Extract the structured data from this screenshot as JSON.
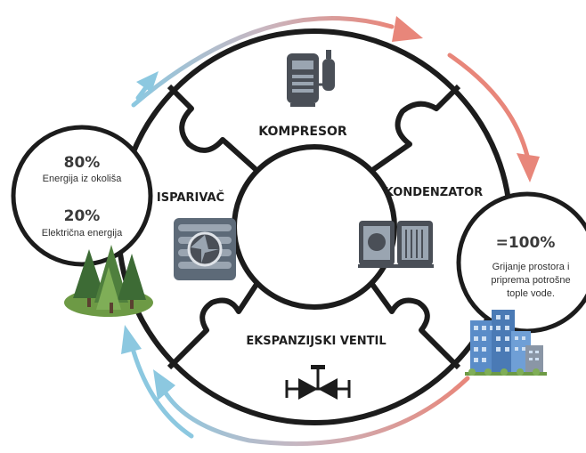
{
  "parts": {
    "compressor": "KOMPRESOR",
    "condenser": "KONDENZATOR",
    "evaporator": "ISPARIVAČ",
    "expansion_valve": "EKSPANZIJSKI VENTIL"
  },
  "input": {
    "environment_pct": "80%",
    "environment_label": "Energija iz okoliša",
    "electric_pct": "20%",
    "electric_label": "Električna energija"
  },
  "output": {
    "total_pct": "=100%",
    "label_line1": "Grijanje prostora i",
    "label_line2": "priprema potrošne",
    "label_line3": "tople vode."
  },
  "colors": {
    "cold_arrow": "#8cc8e0",
    "warm_arrow": "#e8867a",
    "ring": "#1c1c1c",
    "icon_dark": "#4a4f57",
    "icon_light": "#9aa5b1",
    "tree_dark": "#3d6b35",
    "tree_light": "#7fae57",
    "building": "#5a8cc8"
  },
  "icons": [
    "compressor-icon",
    "condenser-icon",
    "evaporator-icon",
    "valve-icon",
    "forest-icon",
    "building-icon"
  ]
}
